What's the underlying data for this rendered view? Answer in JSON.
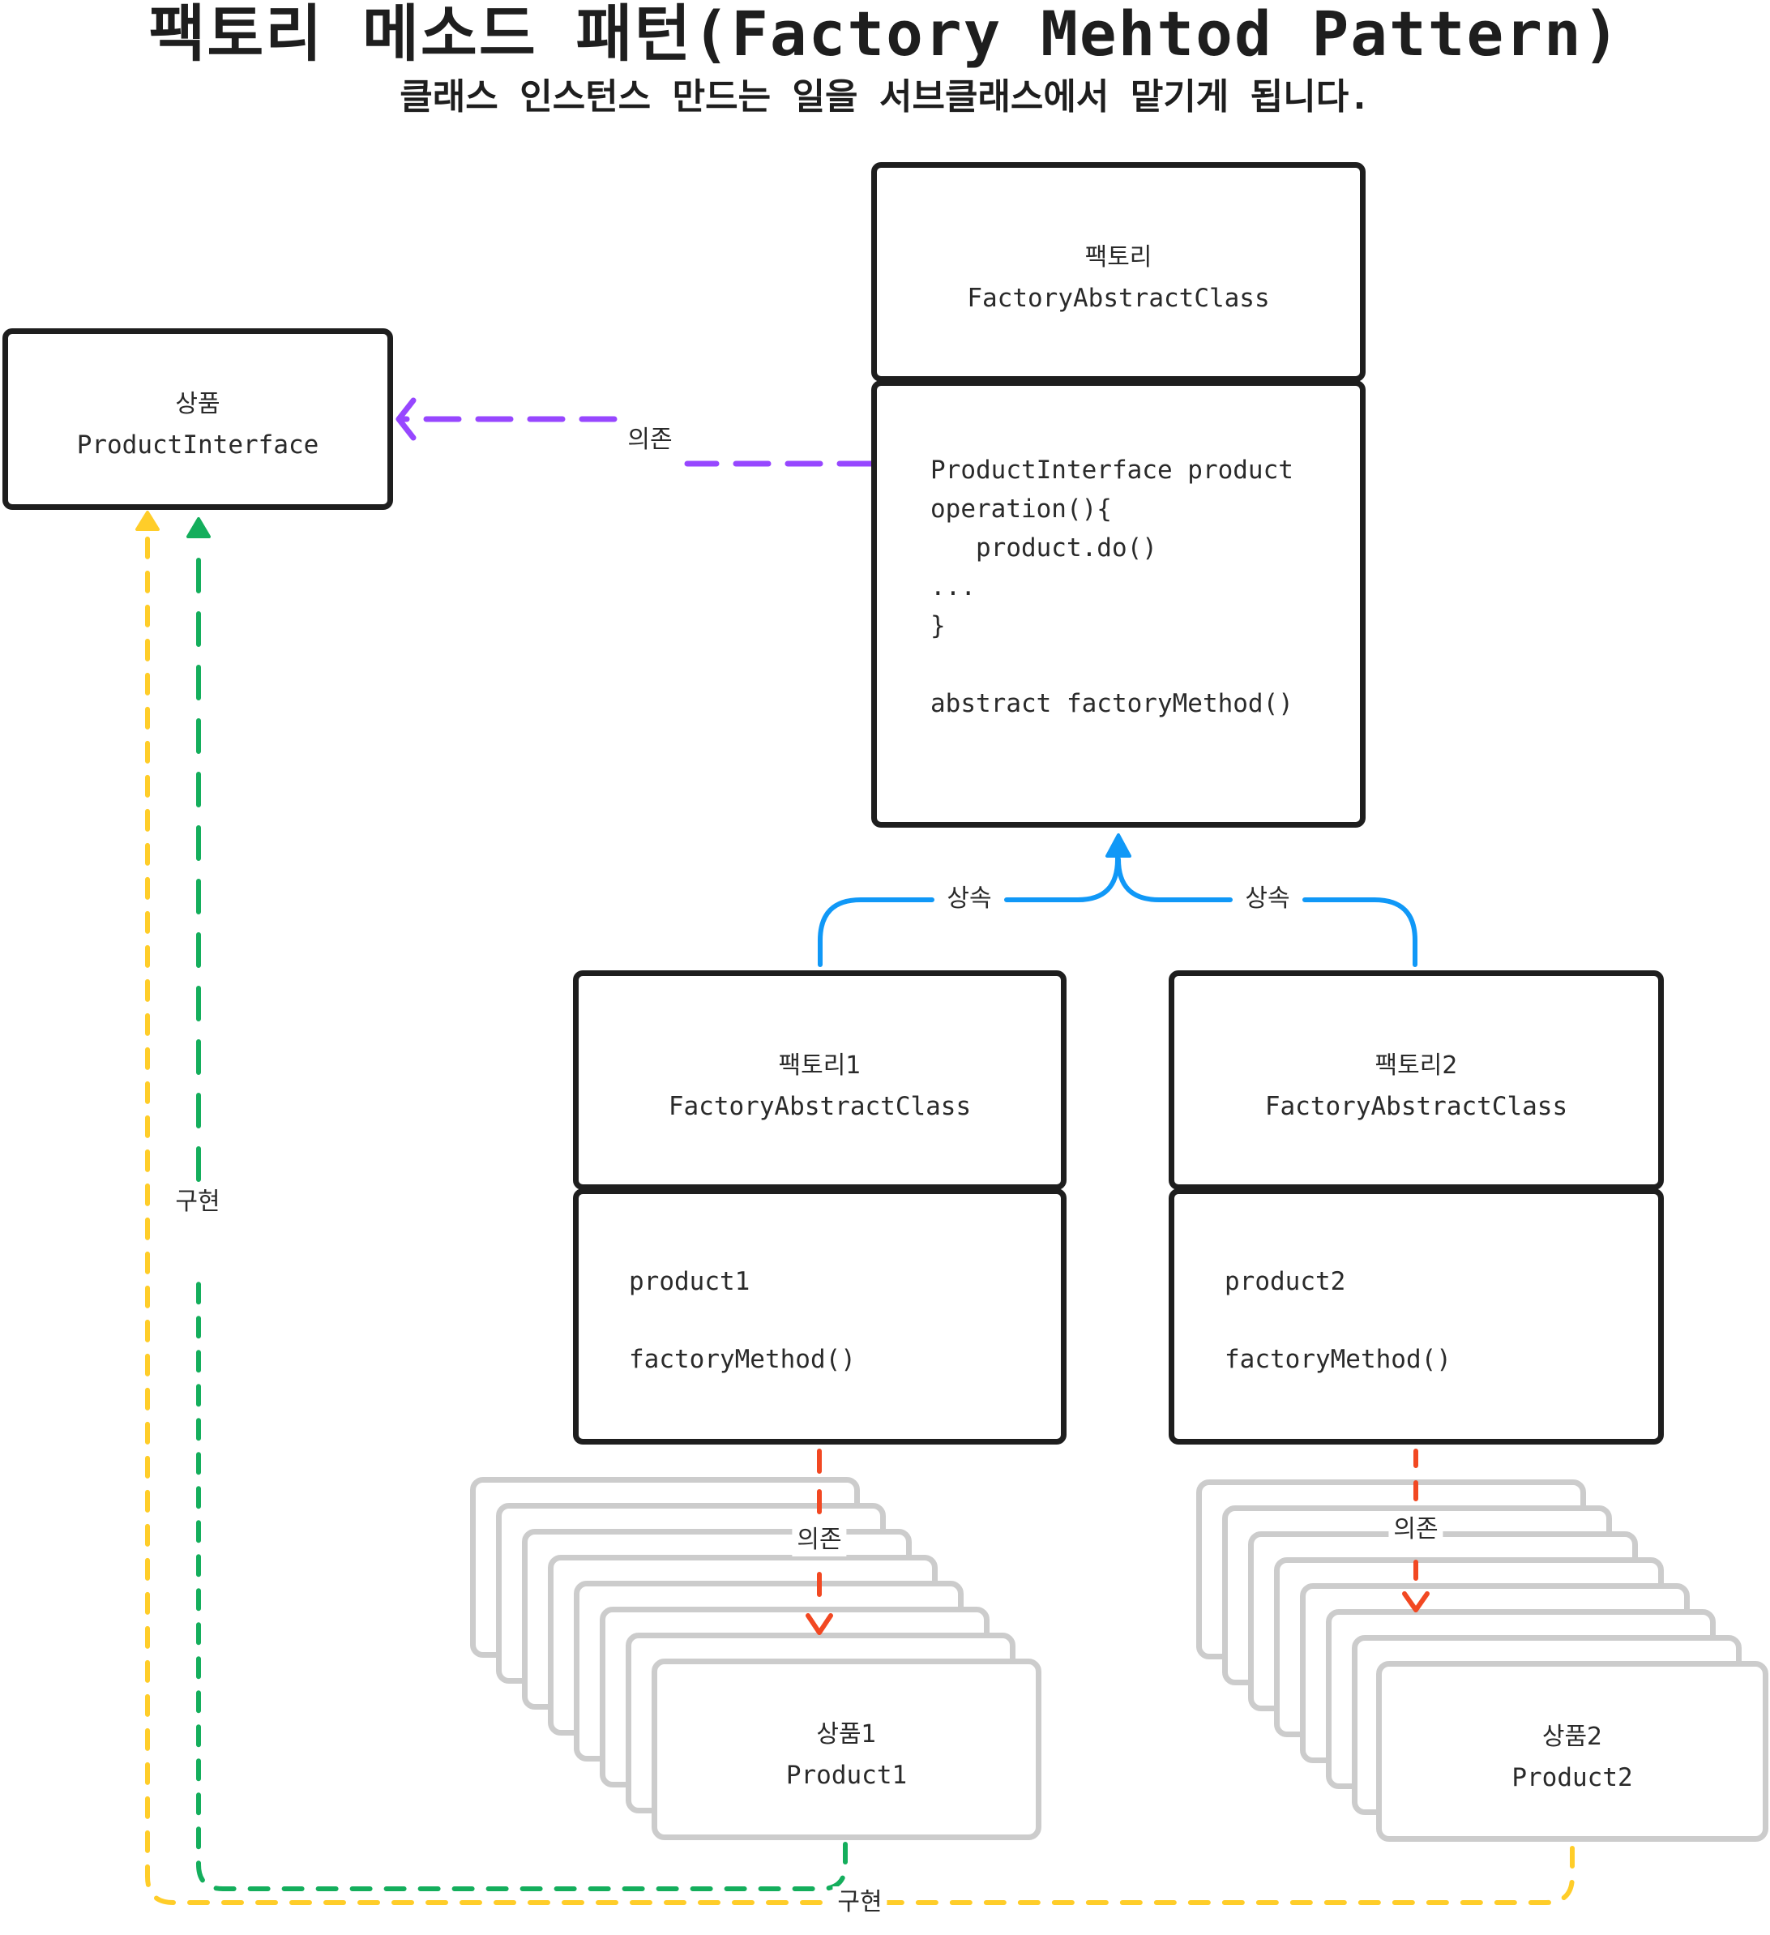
{
  "title": "팩토리 메소드 패턴(Factory Mehtod Pattern)",
  "subtitle": "클래스 인스턴스 만드는 일을 서브클래스에서 맡기게 됩니다.",
  "product_interface": {
    "label_kr": "상품",
    "label_en": "ProductInterface"
  },
  "factory": {
    "label_kr": "팩토리",
    "label_en": "FactoryAbstractClass",
    "body_lines": [
      "ProductInterface product",
      "operation(){",
      "   product.do()",
      "...",
      "}",
      "",
      "abstract factoryMethod()"
    ]
  },
  "factory1": {
    "label_kr": "팩토리1",
    "label_en": "FactoryAbstractClass",
    "body_lines": [
      "product1",
      "",
      "factoryMethod()"
    ]
  },
  "factory2": {
    "label_kr": "팩토리2",
    "label_en": "FactoryAbstractClass",
    "body_lines": [
      "product2",
      "",
      "factoryMethod()"
    ]
  },
  "product1": {
    "label_kr": "상품1",
    "label_en": "Product1"
  },
  "product2": {
    "label_kr": "상품2",
    "label_en": "Product2"
  },
  "edges": {
    "dependency_label": "의존",
    "inheritance_label": "상속",
    "implementation_label": "구현"
  },
  "colors": {
    "dependency_purple": "#9747ff",
    "inheritance_blue": "#1098f7",
    "dependency_red": "#f24822",
    "implement_green": "#14ae5c",
    "implement_yellow": "#ffcd29",
    "box_border": "#1e1e1e",
    "card_border": "#cccccc"
  }
}
